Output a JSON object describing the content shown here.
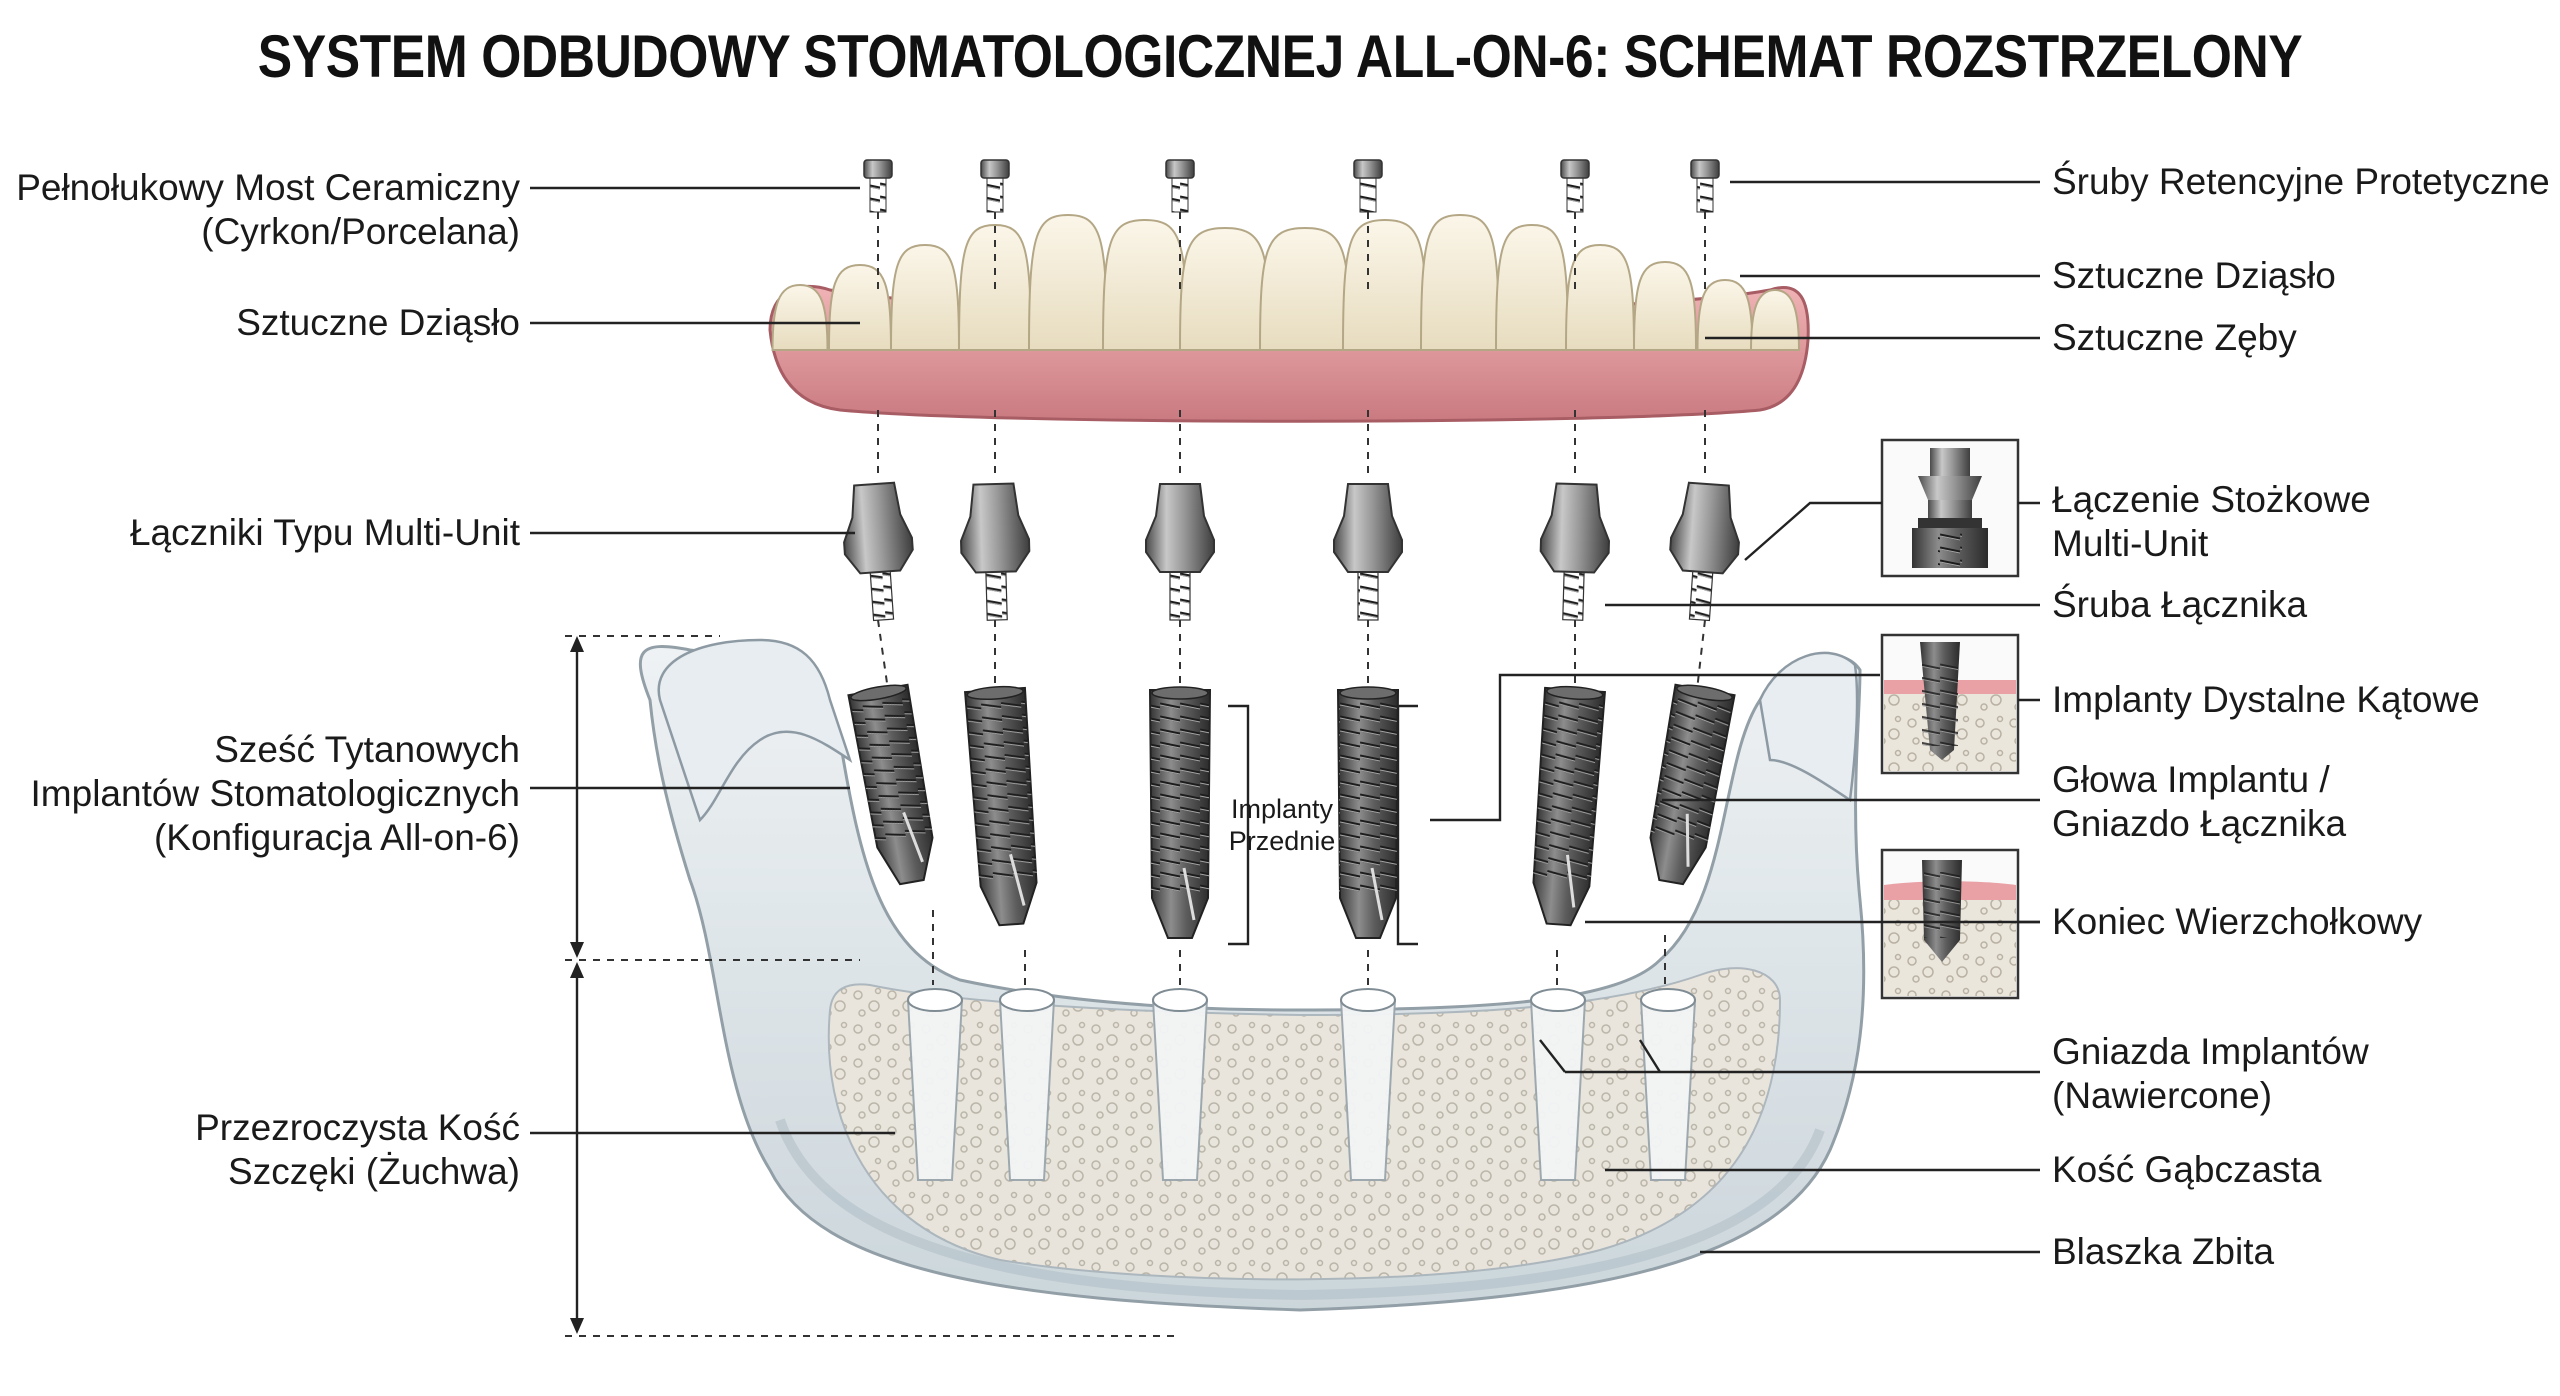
{
  "title": "SYSTEM ODBUDOWY STOMATOLOGICZNEJ ALL-ON-6: SCHEMAT ROZSTRZELONY",
  "labels_left": {
    "bridge_line1": "Pełnołukowy Most Ceramiczny",
    "bridge_line2": "(Cyrkon/Porcelana)",
    "gum": "Sztuczne Dziąsło",
    "multi_unit": "Łączniki Typu Multi-Unit",
    "implants_line1": "Sześć Tytanowych",
    "implants_line2": "Implantów Stomatologicznych",
    "implants_line3": "(Konfiguracja All-on-6)",
    "bone_line1": "Przezroczysta Kość",
    "bone_line2": "Szczęki (Żuchwa)"
  },
  "labels_right": {
    "screws": "Śruby Retencyjne Protetyczne",
    "gum": "Sztuczne Dziąsło",
    "teeth": "Sztuczne Zęby",
    "conical_line1": "Łączenie Stożkowe",
    "conical_line2": "Multi-Unit",
    "abutment_screw": "Śruba Łącznika",
    "distal": "Implanty Dystalne Kątowe",
    "head_line1": "Głowa Implantu /",
    "head_line2": "Gniazdo Łącznika",
    "apex": "Koniec Wierzchołkowy",
    "sockets_line1": "Gniazda Implantów",
    "sockets_line2": "(Nawiercone)",
    "cancellous": "Kość Gąbczasta",
    "cortical": "Blaszka Zbita"
  },
  "labels_center": {
    "front_line1": "Implanty",
    "front_line2": "Przednie"
  },
  "colors": {
    "gum": "#e3979c",
    "teeth": "#f3ead3",
    "metal": "#8a8a8a",
    "bone": "#dde5ea",
    "bone_core": "#ece8e0"
  }
}
